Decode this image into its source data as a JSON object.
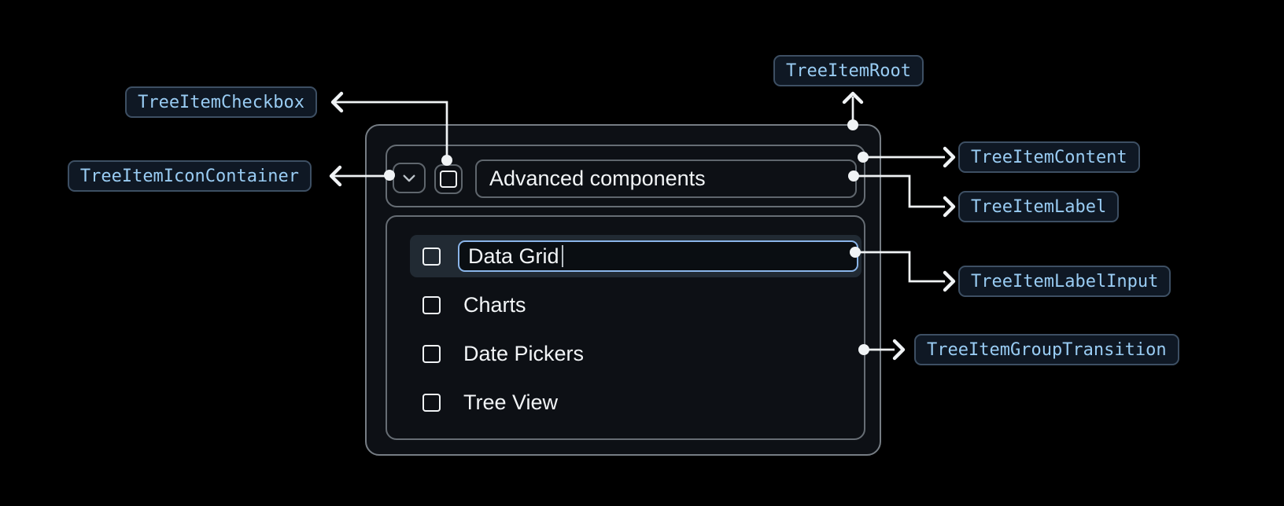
{
  "badges": {
    "root": "TreeItemRoot",
    "checkbox": "TreeItemCheckbox",
    "icon_container": "TreeItemIconContainer",
    "content": "TreeItemContent",
    "label": "TreeItemLabel",
    "label_input": "TreeItemLabelInput",
    "group_transition": "TreeItemGroupTransition"
  },
  "tree": {
    "parent": {
      "label": "Advanced components",
      "expanded": true,
      "checkbox_checked": false
    },
    "editing_item": {
      "value": "Data Grid",
      "editing": true,
      "checkbox_checked": false
    },
    "children": [
      {
        "label": "Charts",
        "checkbox_checked": false
      },
      {
        "label": "Date Pickers",
        "checkbox_checked": false
      },
      {
        "label": "Tree View",
        "checkbox_checked": false
      }
    ]
  },
  "icons": {
    "expand_icon": "chevron-down",
    "checkbox_icon": "square-outline",
    "connector_endpoint": "dot",
    "connector_arrowhead": "chevron-arrow"
  },
  "colors": {
    "page_bg": "#000000",
    "badge_text": "#99ccf3",
    "badge_bg": "#0f1824",
    "badge_border": "#3d4f63",
    "root_bg": "#0d1015",
    "root_border": "#767d84",
    "box_border": "#666d74",
    "selected_row_bg": "#212a33",
    "input_border": "#8ab5e9",
    "connector": "#f0f3f5",
    "tree_text": "#f2f5f7"
  }
}
